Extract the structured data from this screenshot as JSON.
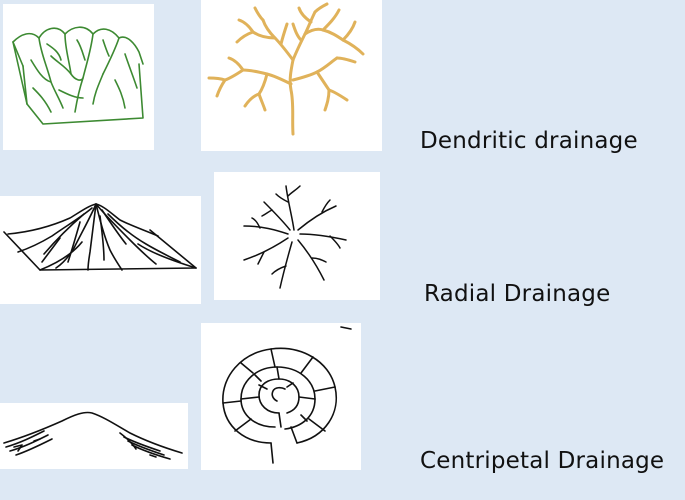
{
  "patterns": [
    {
      "label": "Dendritic drainage",
      "terrain_icon": "eroded-block-terrain-sketch",
      "pattern_icon": "tree-branching-streams-sketch",
      "sketch_color": "#3d8a32",
      "stream_color": "#e0b25a"
    },
    {
      "label": "Radial Drainage",
      "terrain_icon": "conical-mountain-sketch",
      "pattern_icon": "radiating-streams-sketch",
      "sketch_color": "#111111",
      "stream_color": "#111111"
    },
    {
      "label": "Centripetal Drainage",
      "terrain_icon": "basin-cross-section-sketch",
      "pattern_icon": "concentric-inward-streams-sketch",
      "sketch_color": "#111111",
      "stream_color": "#111111"
    }
  ],
  "background_color": "#dde8f4"
}
